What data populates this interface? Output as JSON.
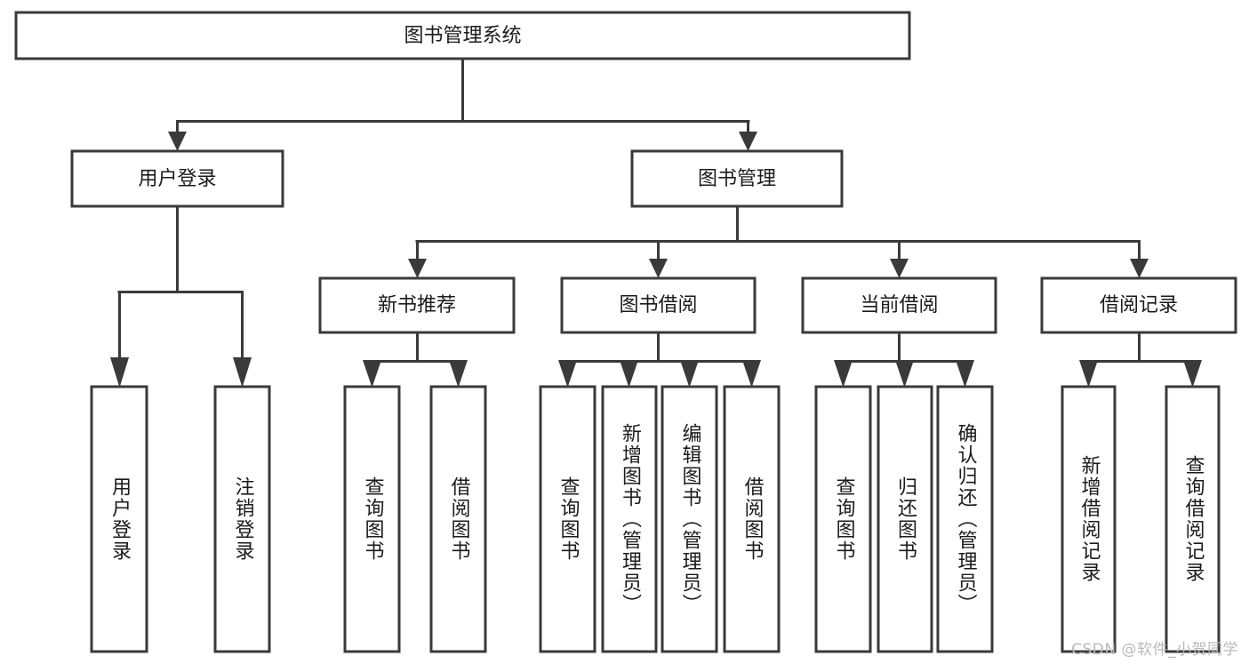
{
  "diagram": {
    "type": "tree",
    "title": "图书管理系统",
    "watermark": "CSDN @软件_小贺同学",
    "colors": {
      "box_fill": "#ffffff",
      "box_stroke": "#3a3a3a",
      "text": "#1b1b1b",
      "background": "#ffffff",
      "watermark": "#b9b9b9"
    },
    "levels": {
      "root": {
        "label": "图书管理系统"
      },
      "level2": [
        {
          "label": "用户登录"
        },
        {
          "label": "图书管理"
        }
      ],
      "level3": [
        {
          "label": "新书推荐"
        },
        {
          "label": "图书借阅"
        },
        {
          "label": "当前借阅"
        },
        {
          "label": "借阅记录"
        }
      ],
      "leaves": [
        {
          "label": "用户登录"
        },
        {
          "label": "注销登录"
        },
        {
          "label": "查询图书"
        },
        {
          "label": "借阅图书"
        },
        {
          "label": "查询图书"
        },
        {
          "label": "新增图书（管理员）"
        },
        {
          "label": "编辑图书（管理员）"
        },
        {
          "label": "借阅图书"
        },
        {
          "label": "查询图书"
        },
        {
          "label": "归还图书"
        },
        {
          "label": "确认归还（管理员）"
        },
        {
          "label": "新增借阅记录"
        },
        {
          "label": "查询借阅记录"
        }
      ]
    },
    "edges": [
      {
        "from": "图书管理系统",
        "to": "用户登录"
      },
      {
        "from": "图书管理系统",
        "to": "图书管理"
      },
      {
        "from": "用户登录",
        "to": "用户登录"
      },
      {
        "from": "用户登录",
        "to": "注销登录"
      },
      {
        "from": "图书管理",
        "to": "新书推荐"
      },
      {
        "from": "图书管理",
        "to": "图书借阅"
      },
      {
        "from": "图书管理",
        "to": "当前借阅"
      },
      {
        "from": "图书管理",
        "to": "借阅记录"
      },
      {
        "from": "新书推荐",
        "to": "查询图书"
      },
      {
        "from": "新书推荐",
        "to": "借阅图书"
      },
      {
        "from": "图书借阅",
        "to": "查询图书"
      },
      {
        "from": "图书借阅",
        "to": "新增图书（管理员）"
      },
      {
        "from": "图书借阅",
        "to": "编辑图书（管理员）"
      },
      {
        "from": "图书借阅",
        "to": "借阅图书"
      },
      {
        "from": "当前借阅",
        "to": "查询图书"
      },
      {
        "from": "当前借阅",
        "to": "归还图书"
      },
      {
        "from": "当前借阅",
        "to": "确认归还（管理员）"
      },
      {
        "from": "借阅记录",
        "to": "新增借阅记录"
      },
      {
        "from": "借阅记录",
        "to": "查询借阅记录"
      }
    ]
  }
}
